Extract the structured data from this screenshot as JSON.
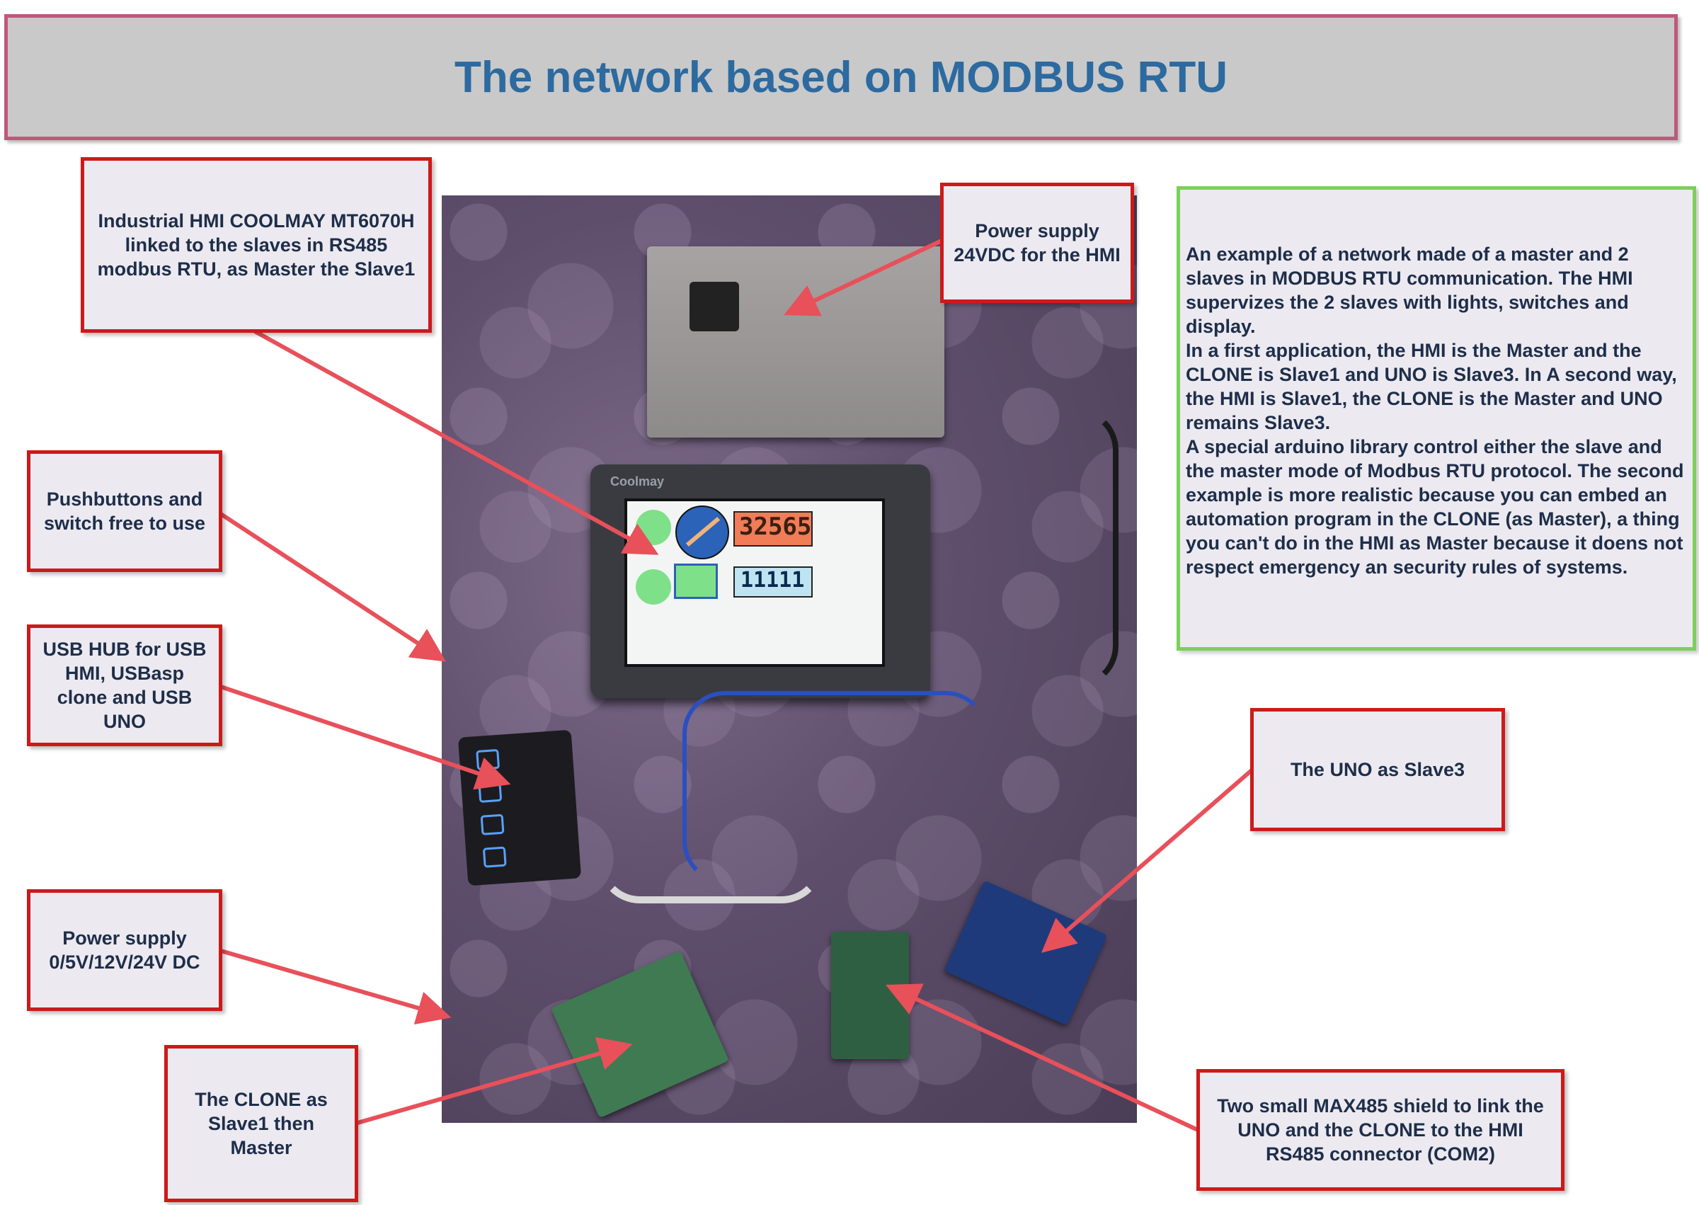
{
  "title": "The network based on MODBUS RTU",
  "callouts": {
    "hmi": "Industrial HMI COOLMAY MT6070H linked to the slaves in RS485 modbus RTU, as Master the Slave1",
    "power_hmi": "Power supply 24VDC for the HMI",
    "pushbuttons": "Pushbuttons and switch free to use",
    "usb_hub": "USB HUB for USB HMI, USBasp clone and USB UNO",
    "power_bench": "Power supply 0/5V/12V/24V DC",
    "clone": "The CLONE as Slave1 then Master",
    "uno": "The UNO as Slave3",
    "max485": "Two small MAX485 shield to link the UNO and the CLONE to the HMI RS485 connector (COM2)"
  },
  "description": [
    "An example of a network made of a master and 2 slaves in MODBUS RTU communication. The HMI supervizes the 2 slaves with lights, switches and display.",
    "In a first application, the HMI is the Master and the CLONE is Slave1 and UNO is Slave3. In A second way, the HMI is Slave1, the CLONE is the Master and UNO remains Slave3.",
    "A special arduino library control either the slave and the master mode of Modbus RTU protocol. The second example is more realistic because you can embed an automation program in the CLONE (as Master), a thing you can't do in the HMI as Master because it doens not respect emergency an security rules of systems."
  ],
  "photo": {
    "hmi_brand": "Coolmay",
    "display_digits_top": "32565",
    "display_digits_bottom": "11111"
  },
  "colors": {
    "title_text": "#2c6aa0",
    "title_border": "#c0587a",
    "callout_border": "#cc1a1a",
    "desc_border": "#7ccf5a",
    "arrow": "#e8505a"
  }
}
